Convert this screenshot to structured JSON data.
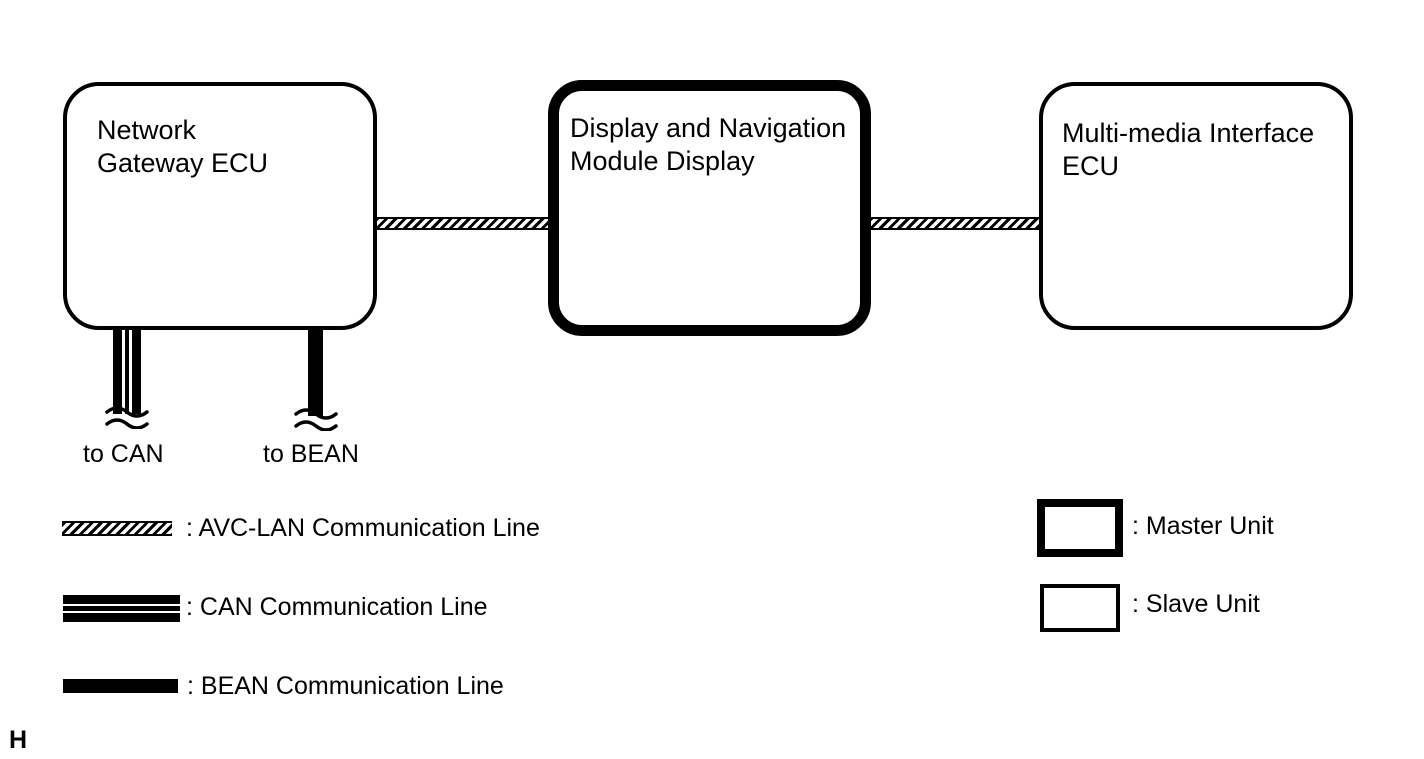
{
  "page": {
    "background_color": "#ffffff",
    "ink_color": "#000000"
  },
  "diagram": {
    "nodes": [
      {
        "id": "network-gateway-ecu",
        "line1": "Network",
        "line2": "Gateway ECU",
        "unit_type": "slave"
      },
      {
        "id": "display-navigation-module-display",
        "line1": "Display and Navigation",
        "line2": "Module Display",
        "unit_type": "master"
      },
      {
        "id": "multimedia-interface-ecu",
        "line1": "Multi-media Interface",
        "line2": "ECU",
        "unit_type": "slave"
      }
    ],
    "connections": [
      {
        "from": "network-gateway-ecu",
        "to": "display-navigation-module-display",
        "line_type": "AVC-LAN"
      },
      {
        "from": "display-navigation-module-display",
        "to": "multimedia-interface-ecu",
        "line_type": "AVC-LAN"
      }
    ],
    "stubs": [
      {
        "label": "to CAN",
        "line_type": "CAN"
      },
      {
        "label": "to BEAN",
        "line_type": "BEAN"
      }
    ]
  },
  "legend": {
    "lines": [
      {
        "name": "avc-lan",
        "label": ": AVC-LAN Communication Line"
      },
      {
        "name": "can",
        "label": ": CAN Communication Line"
      },
      {
        "name": "bean",
        "label": ": BEAN Communication Line"
      }
    ],
    "units": [
      {
        "name": "master",
        "label": ": Master Unit"
      },
      {
        "name": "slave",
        "label": ": Slave Unit"
      }
    ]
  },
  "footer": {
    "page_mark": "H"
  }
}
